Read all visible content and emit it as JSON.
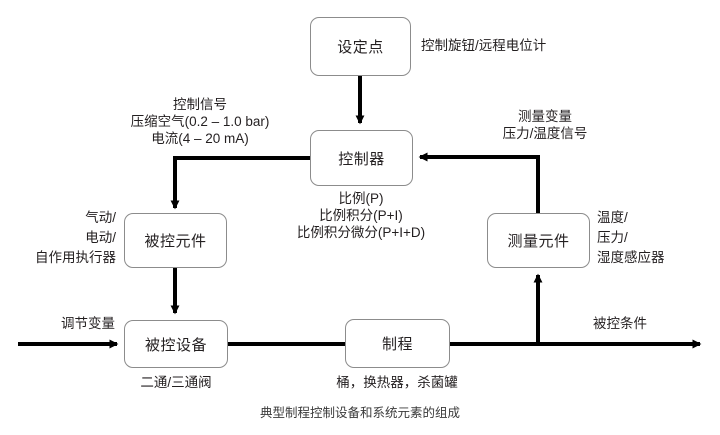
{
  "diagram": {
    "caption": "典型制程控制设备和系统元素的组成",
    "nodes": {
      "setpoint": "设定点",
      "controller": "控制器",
      "controlled_element": "被控元件",
      "controlled_equipment": "被控设备",
      "process": "制程",
      "measuring_element": "测量元件"
    },
    "annotations": {
      "setpoint_devices": "控制旋钮/远程电位计",
      "control_signal_title": "控制信号",
      "control_signal_air": "压缩空气(0.2 – 1.0 bar)",
      "control_signal_current": "电流(4 – 20 mA)",
      "controller_mode_p": "比例(P)",
      "controller_mode_pi": "比例积分(P+I)",
      "controller_mode_pid": "比例积分微分(P+I+D)",
      "actuator_pneumatic": "气动/",
      "actuator_electric": "电动/",
      "actuator_self": "自作用执行器",
      "valve_types": "二通/三通阀",
      "process_vessels": "桶，换热器，杀菌罐",
      "measured_variable_title": "测量变量",
      "measured_variable_signal": "压力/温度信号",
      "sensor_temperature": "温度/",
      "sensor_pressure": "压力/",
      "sensor_humidity": "湿度感应器",
      "manipulated_variable": "调节变量",
      "controlled_condition": "被控条件"
    },
    "colors": {
      "line": "#000000",
      "box_border": "#8c8c8c",
      "text": "#231f20",
      "background": "#ffffff"
    }
  }
}
